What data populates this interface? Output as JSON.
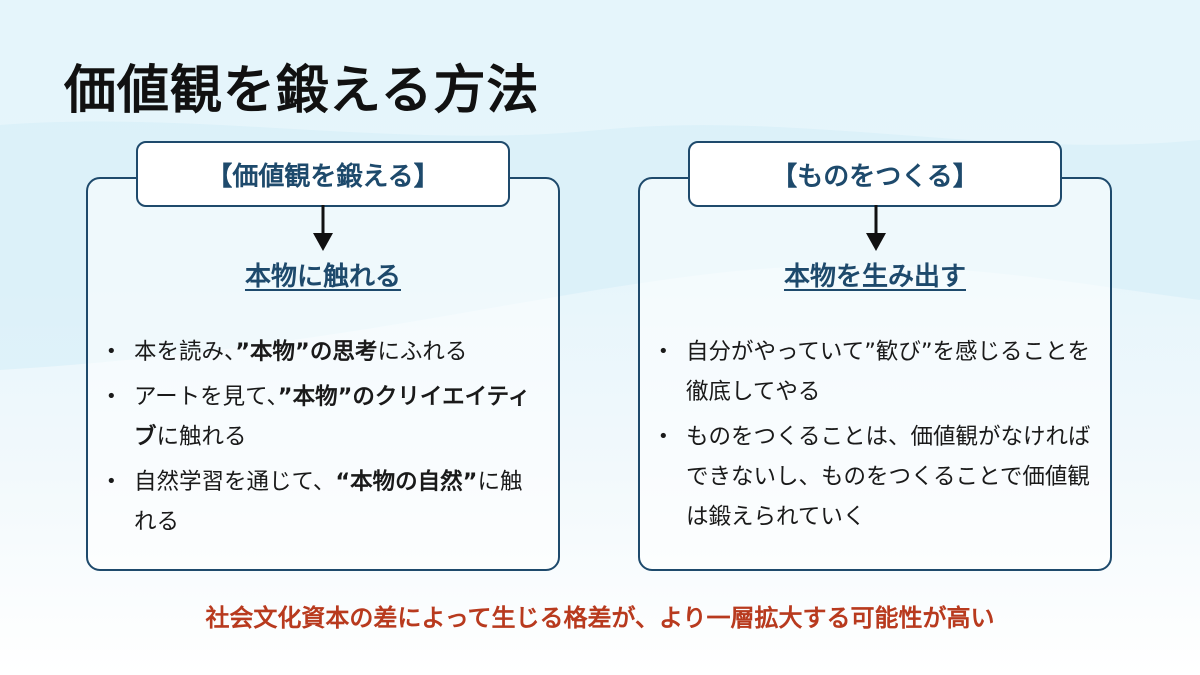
{
  "title": "価値観を鍛える方法",
  "left": {
    "heading": "【価値観を鍛える】",
    "subheading": "本物に触れる",
    "bullets": [
      {
        "parts": [
          "本を読み、",
          "”本物”の思考",
          "にふれる"
        ]
      },
      {
        "parts": [
          "アートを見て、",
          "”本物”のクリイエイティブ",
          "に触れる"
        ]
      },
      {
        "parts": [
          "自然学習を通じて、",
          "“本物の自然”",
          "に触れる"
        ]
      }
    ]
  },
  "right": {
    "heading": "【ものをつくる】",
    "subheading": "本物を生み出す",
    "bullets": [
      {
        "text": "自分がやっていて”歓び”を感じることを徹底してやる"
      },
      {
        "text": "ものをつくることは、価値観がなければできないし、ものをつくることで価値観は鍛えられていく"
      }
    ]
  },
  "footer": "社会文化資本の差によって生じる格差が、より一層拡大する可能性が高い",
  "colors": {
    "navy": "#1e4a6c",
    "footer_red": "#b83a1e",
    "bg_light_blue": "#e3f3fa"
  },
  "icons": {
    "arrow": "arrow-down-icon",
    "bullet": "bullet-dot-icon"
  }
}
